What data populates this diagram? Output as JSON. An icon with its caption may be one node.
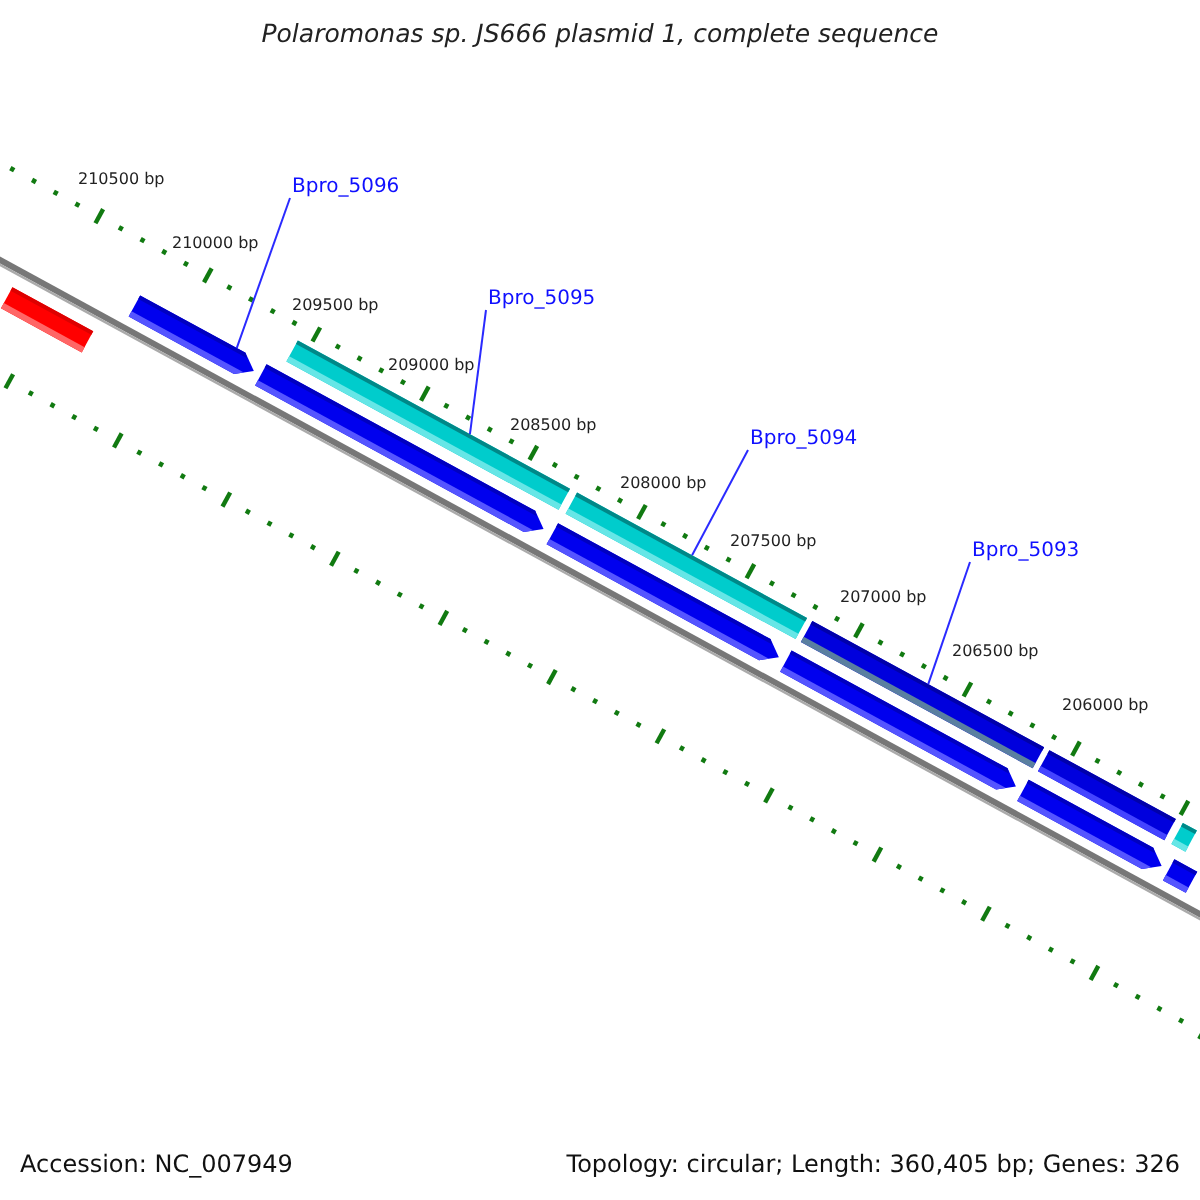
{
  "diagram": {
    "title": "Polaromonas sp. JS666 plasmid 1, complete sequence",
    "nodes": [
      {
        "text": [
          "Bpro_5096"
        ]
      },
      {
        "text": [
          "Bpro_5095"
        ]
      },
      {
        "text": [
          "Bpro_5094"
        ]
      },
      {
        "text": [
          "Bpro_5093"
        ]
      },
      {
        "text": [],
        "shape": "bar"
      },
      {
        "text": [],
        "shape": "bar"
      },
      {
        "text": [],
        "shape": "bar"
      },
      {
        "text": [],
        "shape": "bar"
      },
      {
        "text": [],
        "shape": "bar"
      },
      {
        "text": [],
        "shape": "bar"
      },
      {
        "text": [],
        "shape": "bar"
      },
      {
        "text": [],
        "shape": "bar"
      },
      {
        "text": [],
        "shape": "bar"
      },
      {
        "text": [],
        "shape": "bar"
      },
      {
        "text": [],
        "shape": "bar"
      },
      {
        "text": [],
        "shape": "bar"
      }
    ],
    "edges": [
      {
        "from": 0,
        "to": 5,
        "arrow": "none"
      },
      {
        "from": 1,
        "to": 6,
        "arrow": "none"
      },
      {
        "from": 2,
        "to": 8,
        "arrow": "none"
      },
      {
        "from": 3,
        "to": 10,
        "arrow": "none"
      }
    ],
    "labels": [
      "210500 bp",
      "210000 bp",
      "209500 bp",
      "209000 bp",
      "208500 bp",
      "208000 bp",
      "207500 bp",
      "207000 bp",
      "206500 bp",
      "206000 bp",
      "Accession: NC_007949",
      "Topology: circular; Length: 360,405 bp; Genes: 326"
    ]
  }
}
